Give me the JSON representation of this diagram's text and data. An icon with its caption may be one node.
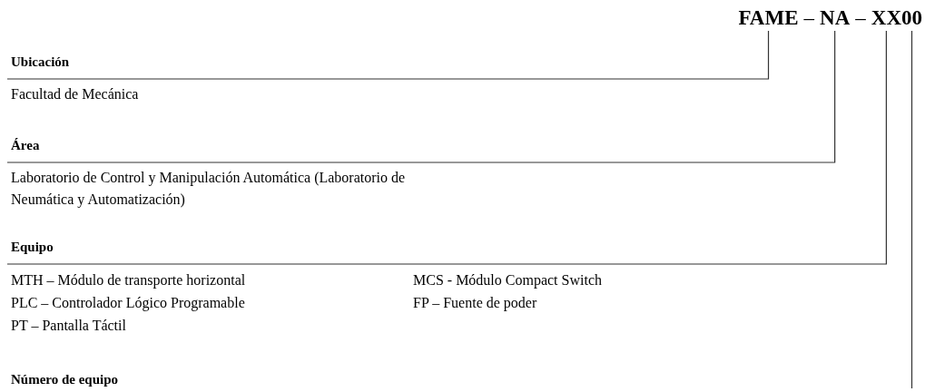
{
  "diagram": {
    "nodes": [
      {
        "text": [
          "FAME"
        ]
      },
      {
        "text": [
          "NA"
        ]
      },
      {
        "text": [
          "XX"
        ]
      },
      {
        "text": [
          "00"
        ]
      },
      {
        "text": [
          "Ubicación",
          "Facultad de Mecánica"
        ]
      },
      {
        "text": [
          "Área",
          "Laboratorio de Control y Manipulación Automática (Laboratorio de Neumática y Automatización)"
        ]
      },
      {
        "text": [
          "Equipo",
          "MTH – Módulo de transporte horizontal",
          "MCS - Módulo Compact Switch",
          "PLC – Controlador Lógico Programable",
          "FP – Fuente de poder",
          "PT – Pantalla Táctil"
        ]
      },
      {
        "text": [
          "Número de equipo"
        ]
      }
    ],
    "edges": [
      {
        "from": 4,
        "to": 0,
        "arrow": "none"
      },
      {
        "from": 5,
        "to": 1,
        "arrow": "none"
      },
      {
        "from": 6,
        "to": 2,
        "arrow": "none"
      },
      {
        "from": null,
        "to": 3,
        "arrow": "none"
      }
    ],
    "labels": [
      "–",
      "–"
    ]
  }
}
